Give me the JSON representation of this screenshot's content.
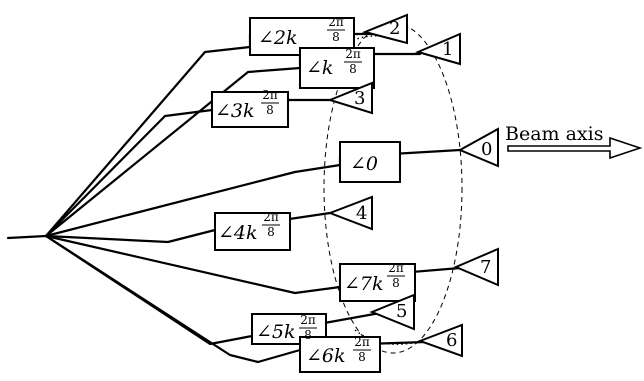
{
  "diagram": {
    "elements": [
      {
        "id": "0",
        "phase_label": "∠0",
        "has_fraction": false
      },
      {
        "id": "1",
        "phase_label": "∠k",
        "has_fraction": true
      },
      {
        "id": "2",
        "phase_label": "∠2k",
        "has_fraction": true
      },
      {
        "id": "3",
        "phase_label": "∠3k",
        "has_fraction": true
      },
      {
        "id": "4",
        "phase_label": "∠4k",
        "has_fraction": true
      },
      {
        "id": "5",
        "phase_label": "∠5k",
        "has_fraction": true
      },
      {
        "id": "6",
        "phase_label": "∠6k",
        "has_fraction": true
      },
      {
        "id": "7",
        "phase_label": "∠7k",
        "has_fraction": true
      }
    ],
    "fraction": {
      "numerator": "2π",
      "denominator": "8"
    },
    "beam_axis_label": "Beam axis"
  }
}
